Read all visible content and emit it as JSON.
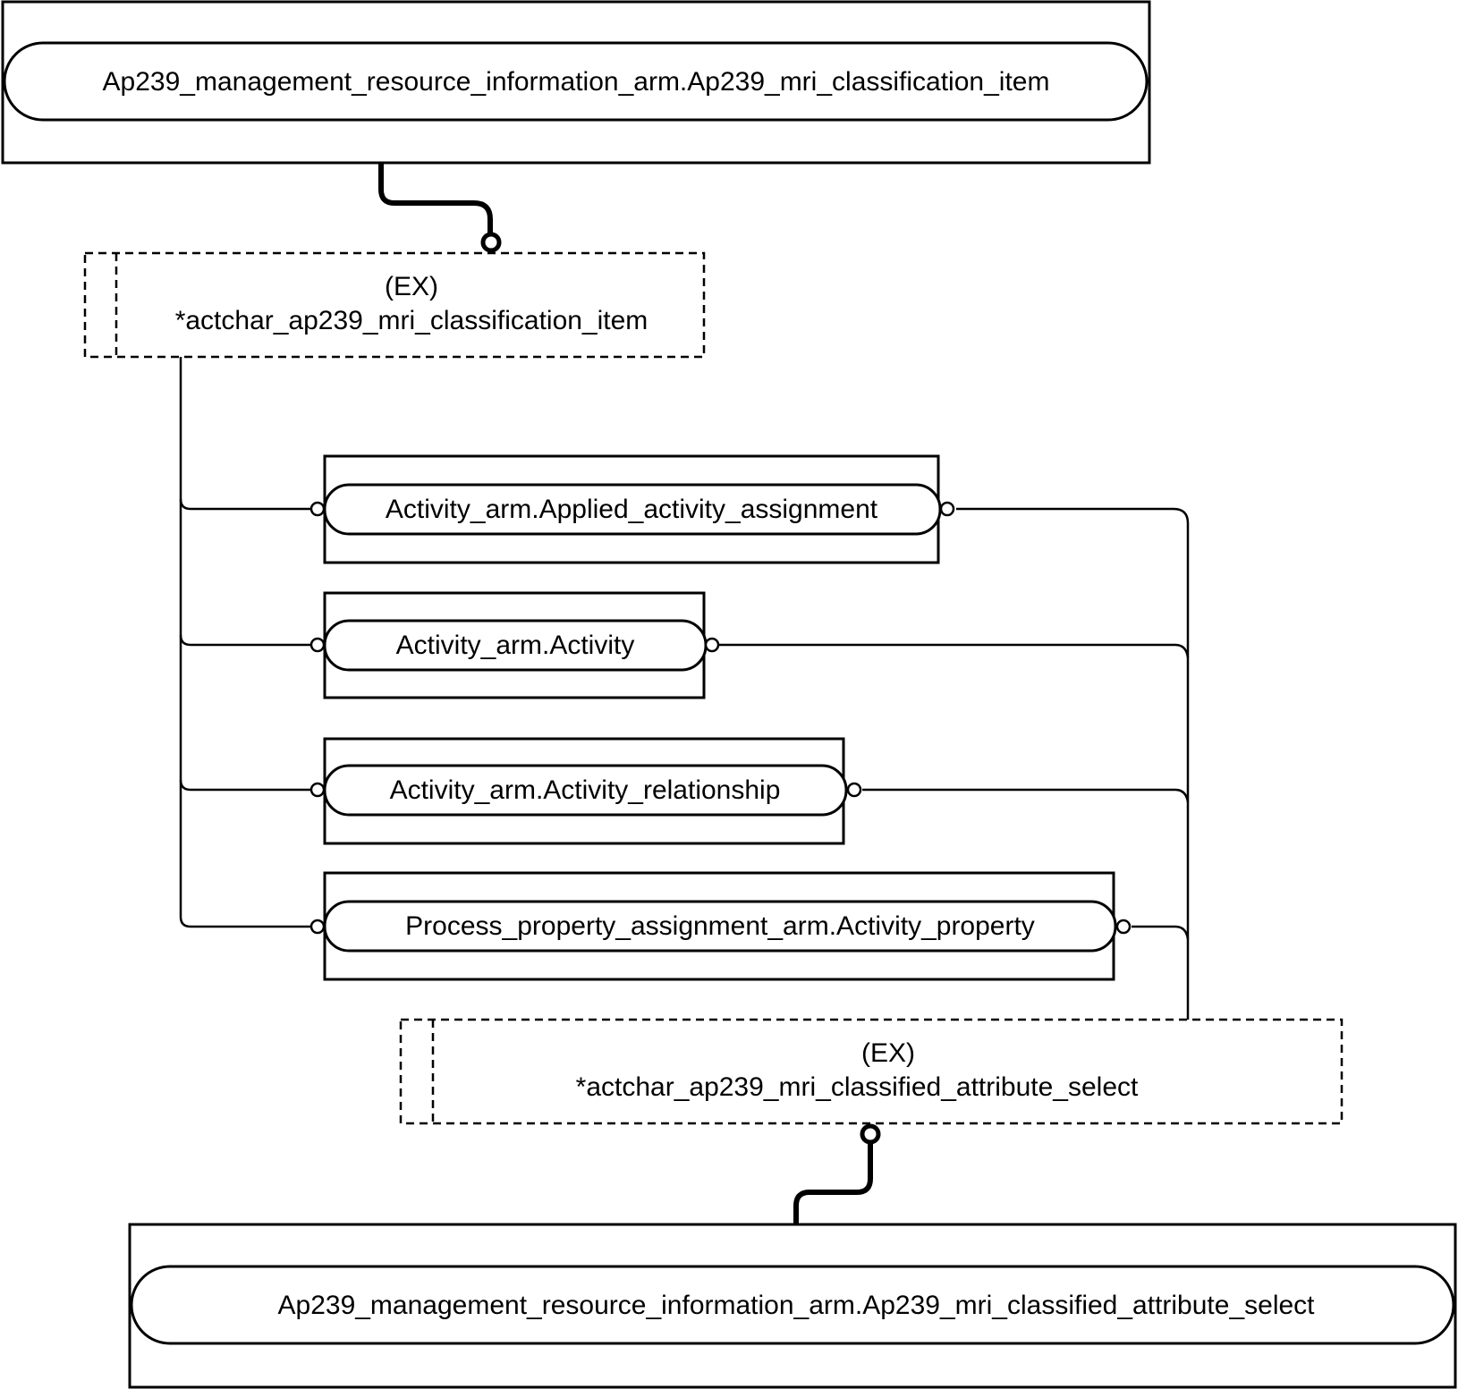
{
  "diagram": {
    "top_entity": {
      "label": "Ap239_management_resource_information_arm.Ap239_mri_classification_item"
    },
    "top_extension": {
      "tag": "(EX)",
      "label": "*actchar_ap239_mri_classification_item"
    },
    "members": [
      {
        "label": "Activity_arm.Applied_activity_assignment"
      },
      {
        "label": "Activity_arm.Activity"
      },
      {
        "label": "Activity_arm.Activity_relationship"
      },
      {
        "label": "Process_property_assignment_arm.Activity_property"
      }
    ],
    "bottom_extension": {
      "tag": "(EX)",
      "label": "*actchar_ap239_mri_classified_attribute_select"
    },
    "bottom_entity": {
      "label": "Ap239_management_resource_information_arm.Ap239_mri_classified_attribute_select"
    }
  }
}
